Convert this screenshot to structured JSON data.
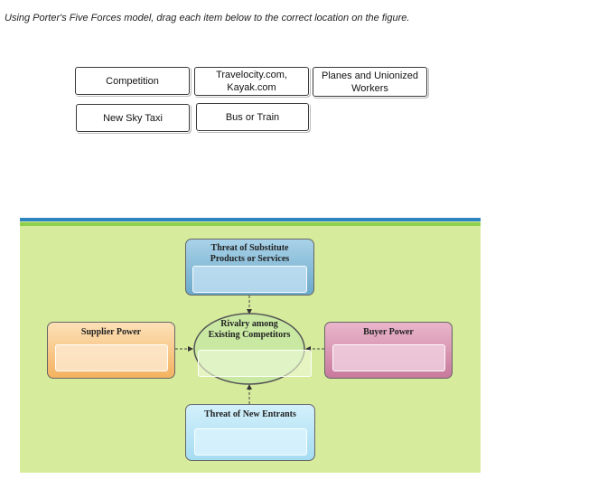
{
  "instructions": "Using Porter's Five Forces model, drag each item below to the correct location on the figure.",
  "draggables": [
    {
      "label": "Competition"
    },
    {
      "label": "Travelocity.com,\nKayak.com"
    },
    {
      "label": "Planes and Unionized\nWorkers"
    },
    {
      "label": "New Sky Taxi"
    },
    {
      "label": "Bus or Train"
    }
  ],
  "forces": {
    "substitutes": {
      "title": "Threat of Substitute\nProducts or Services"
    },
    "supplier": {
      "title": "Supplier Power"
    },
    "rivalry": {
      "title": "Rivalry among\nExisting Competitors"
    },
    "buyer": {
      "title": "Buyer Power"
    },
    "new_entrants": {
      "title": "Threat of New Entrants"
    }
  },
  "colors": {
    "background": "#d7eb9c",
    "substitutes": "#7fb8d6",
    "supplier": "#f7c27e",
    "rivalry": "#c9e9a3",
    "buyer": "#d78fae",
    "new_entrants": "#b3e3f5"
  }
}
